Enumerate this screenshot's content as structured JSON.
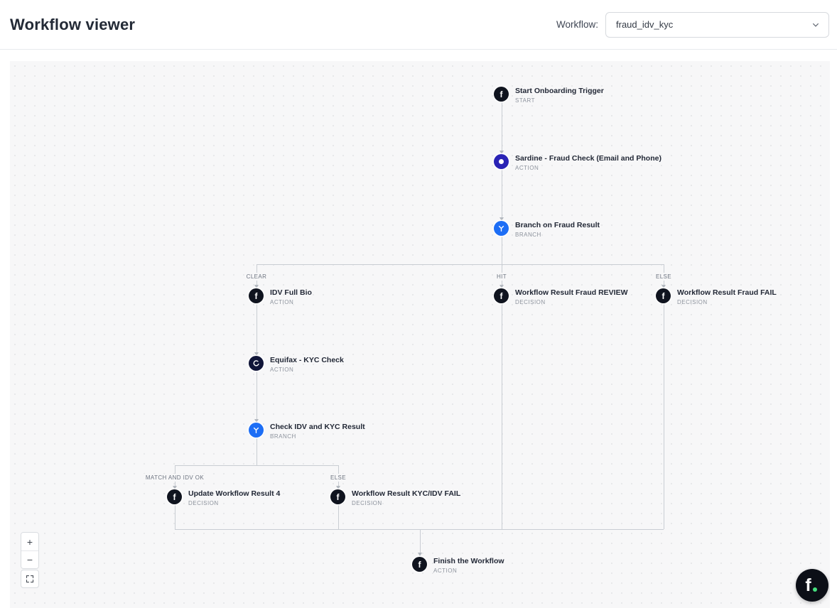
{
  "header": {
    "title": "Workflow viewer",
    "workflow_label": "Workflow:",
    "selected_workflow": "fraud_idv_kyc"
  },
  "nodes": [
    {
      "title": "Start Onboarding Trigger",
      "type": "START",
      "icon": "footprint-icon"
    },
    {
      "title": "Sardine - Fraud Check (Email and Phone)",
      "type": "ACTION",
      "icon": "sardine-icon"
    },
    {
      "title": "Branch on Fraud Result",
      "type": "BRANCH",
      "icon": "branch-icon"
    },
    {
      "title": "IDV Full Bio",
      "type": "ACTION",
      "icon": "footprint-icon"
    },
    {
      "title": "Workflow Result Fraud REVIEW",
      "type": "DECISION",
      "icon": "footprint-icon"
    },
    {
      "title": "Workflow Result Fraud FAIL",
      "type": "DECISION",
      "icon": "footprint-icon"
    },
    {
      "title": "Equifax - KYC Check",
      "type": "ACTION",
      "icon": "equifax-icon"
    },
    {
      "title": "Check IDV and KYC Result",
      "type": "BRANCH",
      "icon": "branch-icon"
    },
    {
      "title": "Update Workflow Result 4",
      "type": "DECISION",
      "icon": "footprint-icon"
    },
    {
      "title": "Workflow Result KYC/IDV FAIL",
      "type": "DECISION",
      "icon": "footprint-icon"
    },
    {
      "title": "Finish the Workflow",
      "type": "ACTION",
      "icon": "footprint-icon"
    }
  ],
  "edge_labels": [
    "CLEAR",
    "HIT",
    "ELSE",
    "MATCH AND IDV OK",
    "ELSE"
  ],
  "controls": {
    "zoom_in": "+",
    "zoom_out": "−"
  },
  "logo": {
    "letter": "f"
  },
  "colors": {
    "canvas_bg": "#f7f7f8",
    "edge": "#c9cdd3",
    "footprint_icon": "#10141f",
    "sardine_icon": "#2a23b5",
    "branch_icon": "#1d6ef5",
    "equifax_icon": "#101538",
    "badge_dot": "#45e07e"
  }
}
